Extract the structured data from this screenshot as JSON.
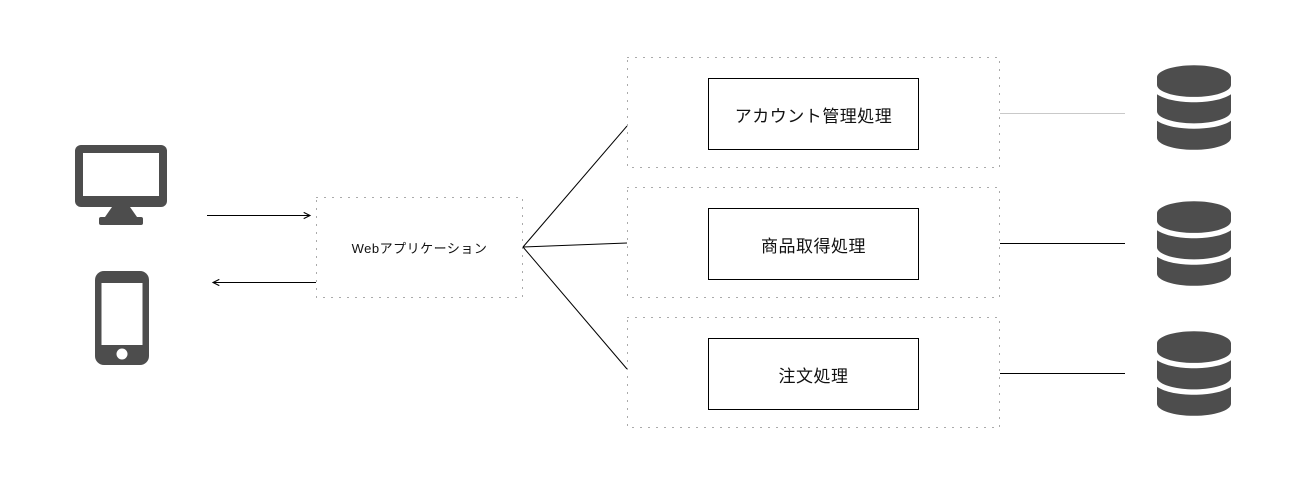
{
  "labels": {
    "web_app": "Webアプリケーション",
    "processes": [
      {
        "label": "アカウント管理処理"
      },
      {
        "label": "商品取得処理"
      },
      {
        "label": "注文処理"
      }
    ]
  },
  "icons": {
    "desktop": "desktop-monitor-icon",
    "smartphone": "smartphone-icon",
    "database": "database-icon"
  },
  "colors": {
    "background": "#ffffff",
    "icon_fill": "#4d4d4d",
    "line": "#000000",
    "line_muted": "#c9c9c9",
    "dotted_border": "#555555",
    "solid_border": "#000000",
    "text": "#111111"
  }
}
